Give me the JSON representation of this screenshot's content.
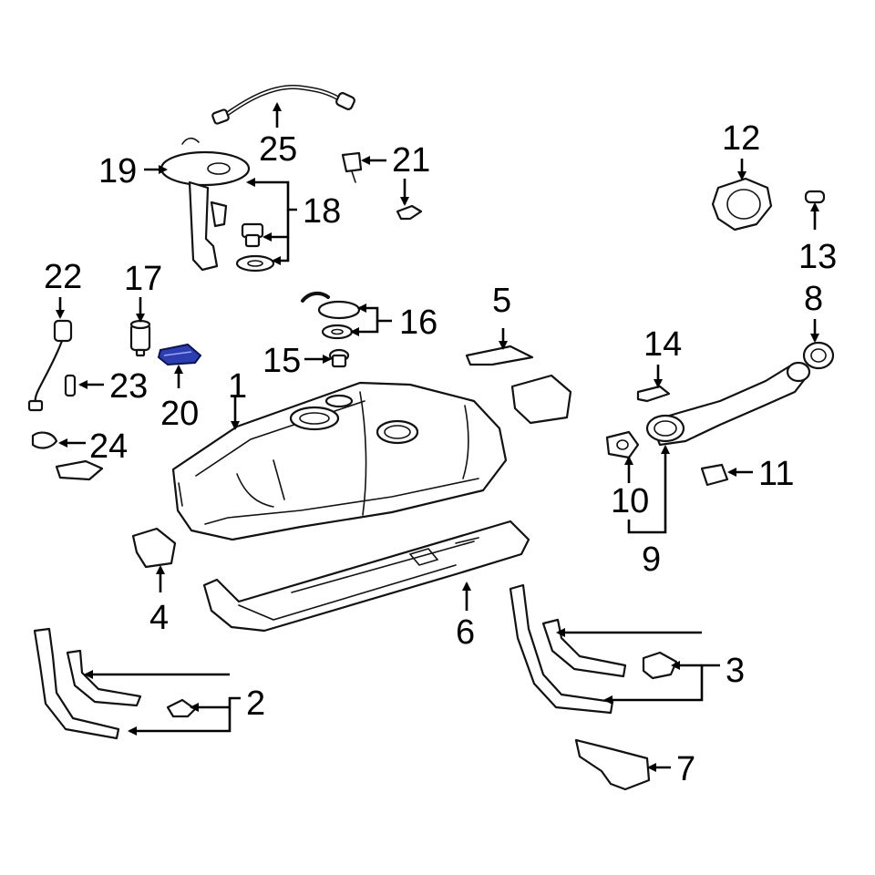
{
  "diagram": {
    "callouts": [
      {
        "id": "1",
        "label": "1"
      },
      {
        "id": "2",
        "label": "2"
      },
      {
        "id": "3",
        "label": "3"
      },
      {
        "id": "4",
        "label": "4"
      },
      {
        "id": "5",
        "label": "5"
      },
      {
        "id": "6",
        "label": "6"
      },
      {
        "id": "7",
        "label": "7"
      },
      {
        "id": "8",
        "label": "8"
      },
      {
        "id": "9",
        "label": "9"
      },
      {
        "id": "10",
        "label": "10"
      },
      {
        "id": "11",
        "label": "11"
      },
      {
        "id": "12",
        "label": "12"
      },
      {
        "id": "13",
        "label": "13"
      },
      {
        "id": "14",
        "label": "14"
      },
      {
        "id": "15",
        "label": "15"
      },
      {
        "id": "16",
        "label": "16"
      },
      {
        "id": "17",
        "label": "17"
      },
      {
        "id": "18",
        "label": "18"
      },
      {
        "id": "19",
        "label": "19"
      },
      {
        "id": "20",
        "label": "20"
      },
      {
        "id": "21",
        "label": "21"
      },
      {
        "id": "22",
        "label": "22"
      },
      {
        "id": "23",
        "label": "23"
      },
      {
        "id": "24",
        "label": "24"
      },
      {
        "id": "25",
        "label": "25"
      }
    ],
    "highlighted_part": "20",
    "colors": {
      "highlight": "#2d3fb0",
      "line": "#111111",
      "background": "#ffffff"
    }
  }
}
